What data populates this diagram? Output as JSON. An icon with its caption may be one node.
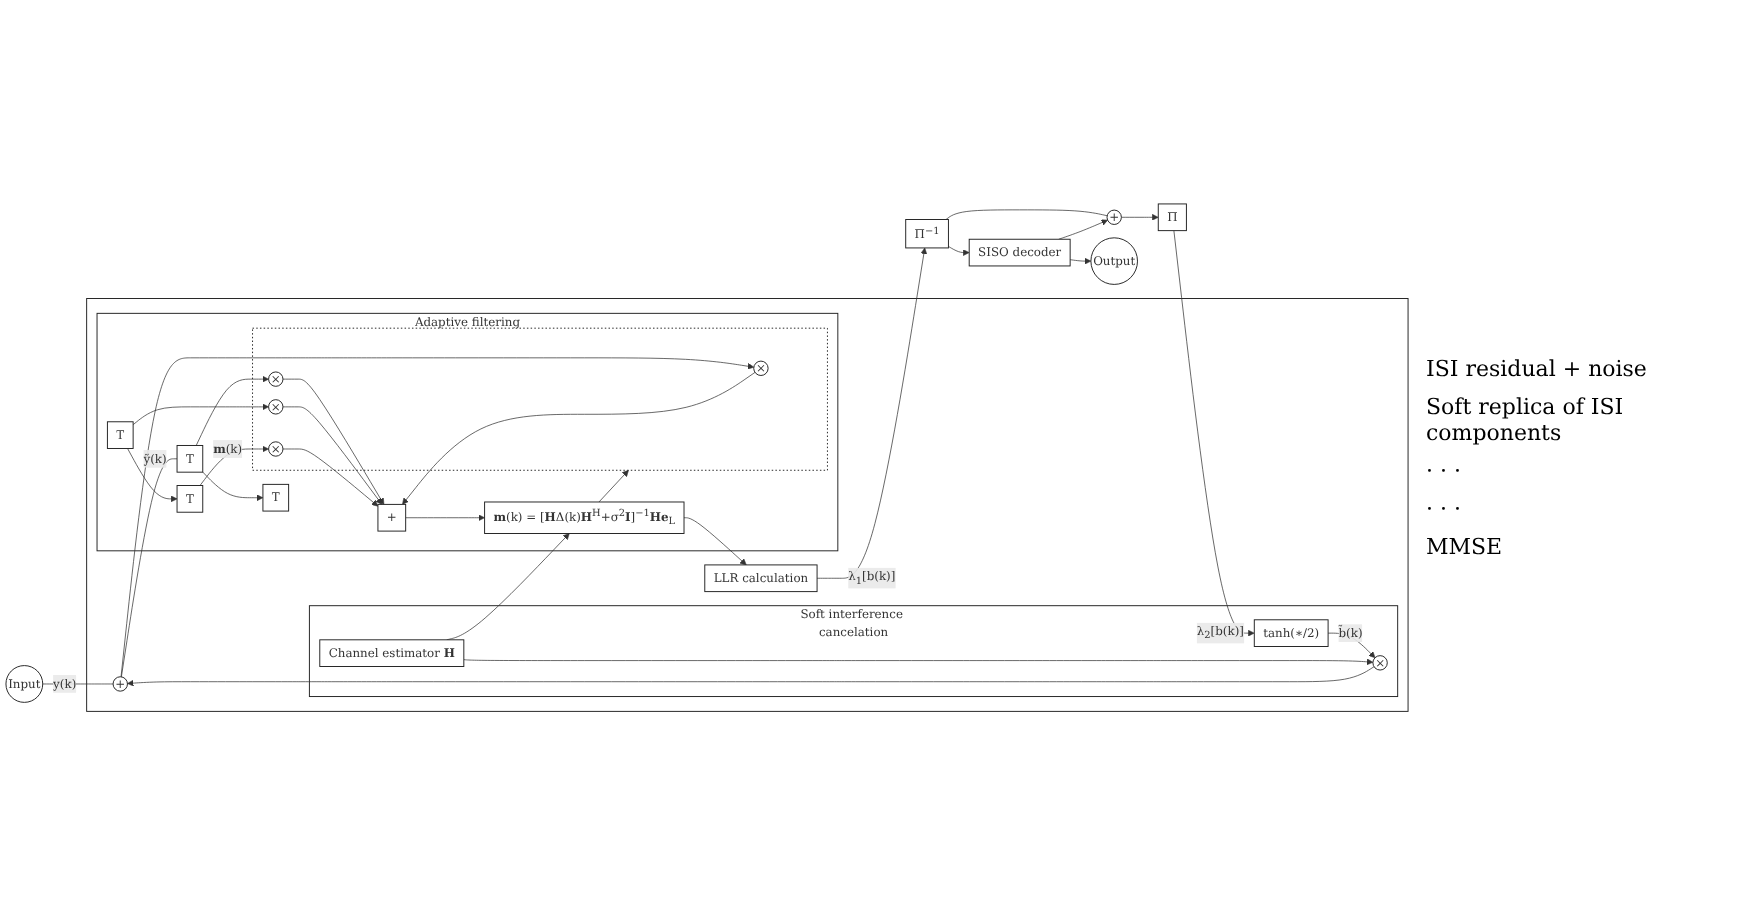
{
  "diagram": {
    "nodes": [
      {
        "text": [],
        "shape": "box"
      },
      {
        "text": [
          "Input"
        ]
      },
      {
        "text": [
          "+"
        ],
        "in": 0
      },
      {
        "text": [
          "Soft interference cancelation"
        ],
        "in": 0
      },
      {
        "text": [
          "×"
        ],
        "in": 3
      },
      {
        "text": [
          "tanh(∗/2)"
        ],
        "in": 3
      },
      {
        "text": [
          "Channel estimator **H**"
        ],
        "in": 3
      },
      {
        "text": [
          "Adaptive filtering"
        ],
        "in": 0
      },
      {
        "text": [
          "T"
        ],
        "in": 7
      },
      {
        "text": [
          "T"
        ],
        "in": 7
      },
      {
        "text": [
          "T"
        ],
        "in": 7
      },
      {
        "text": [
          "T"
        ],
        "in": 7
      },
      {
        "text": [],
        "shape": "box",
        "in": 7
      },
      {
        "text": [
          "×"
        ],
        "in": 12
      },
      {
        "text": [
          "×"
        ],
        "in": 12
      },
      {
        "text": [
          "×"
        ],
        "in": 12
      },
      {
        "text": [
          "×"
        ],
        "in": 12
      },
      {
        "text": [
          "+"
        ],
        "in": 7
      },
      {
        "text": [
          "**m**(k) = [**H**Δ(k)**H**$^{H}$+σ$^{2}$**I**]$^{−1}$**He**$_{L}$"
        ],
        "in": 7
      },
      {
        "text": [
          "LLR calculation"
        ],
        "in": 0
      },
      {
        "text": [
          "Π$^{−1}$"
        ]
      },
      {
        "text": [
          "SISO decoder"
        ]
      },
      {
        "text": [
          "Output"
        ]
      },
      {
        "text": [
          "+"
        ]
      },
      {
        "text": [
          "Π"
        ]
      }
    ],
    "edges": [
      {
        "from": 1,
        "to": 2,
        "arrow": "none",
        "label": "y(k)"
      },
      {
        "from": 2,
        "to": 8,
        "arrow": "none",
        "label": "ỹ(k)"
      },
      {
        "from": 2,
        "to": 13,
        "arrow": "to"
      },
      {
        "from": 8,
        "to": 9,
        "arrow": "to"
      },
      {
        "from": 8,
        "to": 14,
        "arrow": "to"
      },
      {
        "from": 10,
        "to": 11,
        "arrow": "to"
      },
      {
        "from": 10,
        "to": 15,
        "arrow": "to"
      },
      {
        "from": 11,
        "to": 16,
        "arrow": "to",
        "label": "**m**(k)"
      },
      {
        "from": 13,
        "to": 17,
        "arrow": "to"
      },
      {
        "from": 14,
        "to": 17,
        "arrow": "to"
      },
      {
        "from": 15,
        "to": 17,
        "arrow": "to"
      },
      {
        "from": 16,
        "to": 17,
        "arrow": "to"
      },
      {
        "from": 17,
        "to": 18,
        "arrow": "to"
      },
      {
        "from": 18,
        "to": 12,
        "arrow": "to"
      },
      {
        "from": 6,
        "to": 18,
        "arrow": "to"
      },
      {
        "from": 18,
        "to": 19,
        "arrow": "to"
      },
      {
        "from": 5,
        "to": 4,
        "arrow": "to",
        "label": "b̃(k)"
      },
      {
        "from": 6,
        "to": 4,
        "arrow": "to"
      },
      {
        "from": 4,
        "to": 2,
        "arrow": "to"
      },
      {
        "from": 19,
        "to": 20,
        "arrow": "to",
        "label": "λ$_{1}$[b(k)]"
      },
      {
        "from": 20,
        "to": 21,
        "arrow": "to"
      },
      {
        "from": 20,
        "to": 23,
        "arrow": "none"
      },
      {
        "from": 21,
        "to": 22,
        "arrow": "to"
      },
      {
        "from": 21,
        "to": 23,
        "arrow": "to"
      },
      {
        "from": 23,
        "to": 24,
        "arrow": "to"
      },
      {
        "from": 24,
        "to": 5,
        "arrow": "to",
        "label": "λ$_{2}$[b(k)]"
      }
    ],
    "labels": [
      "ISI residual + noise",
      "Soft replica of ISI components",
      "· · ·",
      "· · ·",
      "MMSE"
    ]
  }
}
